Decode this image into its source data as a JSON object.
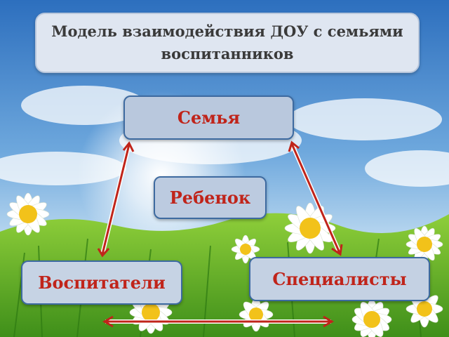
{
  "title": "Модель взаимодействия ДОУ с семьями воспитанников",
  "nodes": {
    "family": "Семья",
    "child": "Ребенок",
    "teachers": "Воспитатели",
    "specialists": "Специалисты"
  },
  "colors": {
    "node_text": "#c0241a",
    "arrow": "#c0241a",
    "title_text": "#3a3a3a"
  }
}
